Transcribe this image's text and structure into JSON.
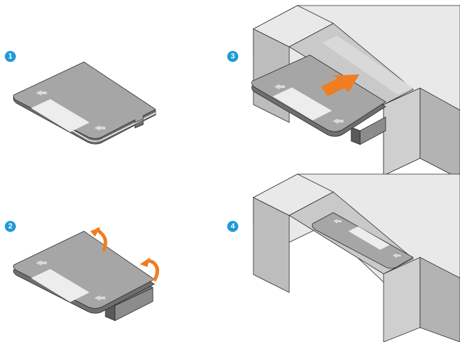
{
  "steps": [
    {
      "number": "1"
    },
    {
      "number": "2"
    },
    {
      "number": "3"
    },
    {
      "number": "4"
    }
  ],
  "colors": {
    "badge": "#1e9ad6",
    "card_top": "#a6a6a6",
    "card_edge": "#6e6e6e",
    "card_label": "#ededed",
    "arrow_orange": "#ef7d22",
    "chassis_top": "#e9e9e9",
    "chassis_front": "#bdbdbd",
    "chassis_side": "#d2d2d2",
    "outline": "#2a2a2a"
  },
  "icons": [
    "push-arrow-icon",
    "fold-arrow-icon",
    "insert-arrow-icon"
  ]
}
